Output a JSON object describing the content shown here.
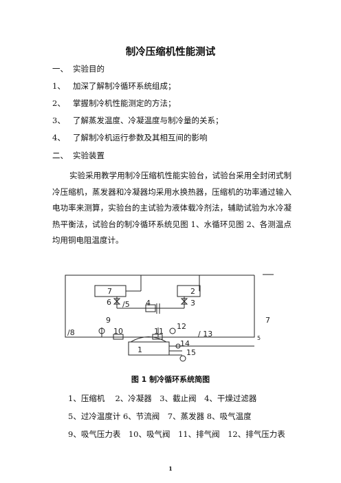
{
  "title": "制冷压缩机性能测试",
  "sections": {
    "s1": {
      "num": "一、",
      "text": "实验目的"
    },
    "s2": {
      "num": "二、",
      "text": "实验装置"
    }
  },
  "objectives": [
    {
      "num": "1、",
      "text": "加深了解制冷循环系统组成；"
    },
    {
      "num": "2、",
      "text": "掌握制冷机性能测定的方法；"
    },
    {
      "num": "3、",
      "text": "了解蒸发温度、冷凝温度与制冷量的关系；"
    },
    {
      "num": "4、",
      "text": "了解制冷机运行参数及其相互间的影响"
    }
  ],
  "paragraph": "实验采用教学用制冷压缩机性能实验台，试验台采用全封闭式制冷压缩机，蒸发器和冷凝器均采用水换热器，压缩机的功率通过输入电功率来测算，实验台的主试验为液体载冷剂法，辅助试验为水冷凝热平衡法，试验台的制冷循环系统见图 1、水循环见图 2、各测温点均用铜电阻温度计。",
  "diagram_labels": {
    "l1": "1",
    "l2": "2",
    "l3": "3",
    "l4": "4",
    "l5": "/5",
    "l6": "6",
    "l7": "7",
    "l7b": "7",
    "l8": "/8",
    "l9": "9",
    "l10": "10",
    "l11": "11",
    "l12": "12",
    "l13": "/ 13",
    "l14": "14",
    "l15": "15",
    "l5b": "5"
  },
  "figure_caption": "图 1 制冷循环系统简图",
  "legend": [
    "1、压缩机　 2、冷凝器　3、截止阀　4、干燥过滤器",
    "5、过冷温度计 6、节流阀　7、蒸发器  8、吸气温度",
    "9、吸气压力表　10、吸气阀　11、排气阀　12、排气压力表"
  ],
  "page_number": "1"
}
